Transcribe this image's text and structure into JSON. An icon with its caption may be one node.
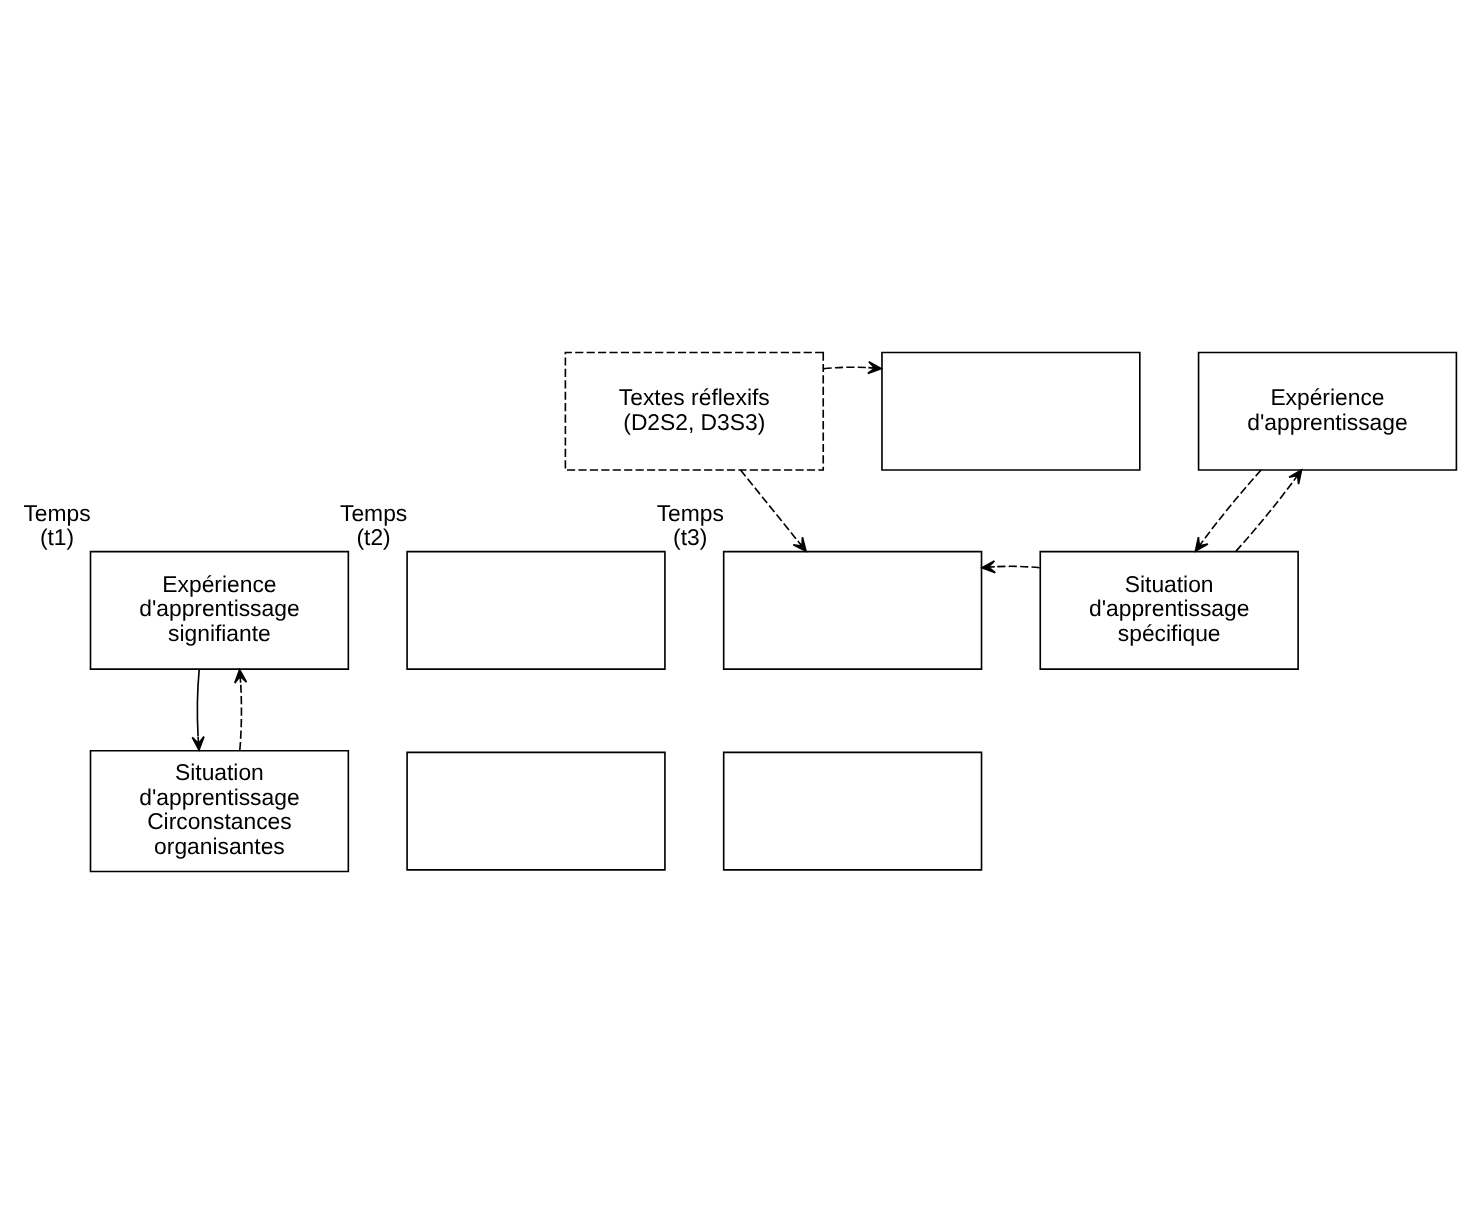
{
  "diagram": {
    "nodes": [
      {
        "text": [
          "Textes réflexifs (D2S2, D3S3)"
        ]
      },
      {
        "text": [],
        "shape": "box"
      },
      {
        "text": [
          "Expérience d'apprentissage"
        ]
      },
      {
        "text": [],
        "shape": "box",
        "beside": [
          "Temps (t3)"
        ]
      },
      {
        "text": [],
        "shape": "box",
        "beside": [
          "Temps (t2)"
        ]
      },
      {
        "text": [
          "Expérience d'apprentissage signifiante"
        ],
        "beside": [
          "Temps (t1)"
        ]
      },
      {
        "text": [
          "Situation d'apprentissage spécifique"
        ]
      },
      {
        "text": [],
        "shape": "box"
      },
      {
        "text": [],
        "shape": "box"
      },
      {
        "text": [
          "Situation d'apprentissage Circonstances organisantes"
        ]
      }
    ],
    "edges": [
      {
        "from": 0,
        "to": 1,
        "arrow": "to",
        "style": "dashed"
      },
      {
        "from": 0,
        "to": 3,
        "arrow": "to",
        "style": "dashed"
      },
      {
        "from": 2,
        "to": 6,
        "arrow": "to",
        "style": "dashed"
      },
      {
        "from": 6,
        "to": 2,
        "arrow": "to",
        "style": "dashed"
      },
      {
        "from": 6,
        "to": 3,
        "arrow": "to",
        "style": "dashed"
      },
      {
        "from": 5,
        "to": 9,
        "arrow": "to"
      },
      {
        "from": 9,
        "to": 5,
        "arrow": "to",
        "style": "dashed"
      }
    ]
  }
}
